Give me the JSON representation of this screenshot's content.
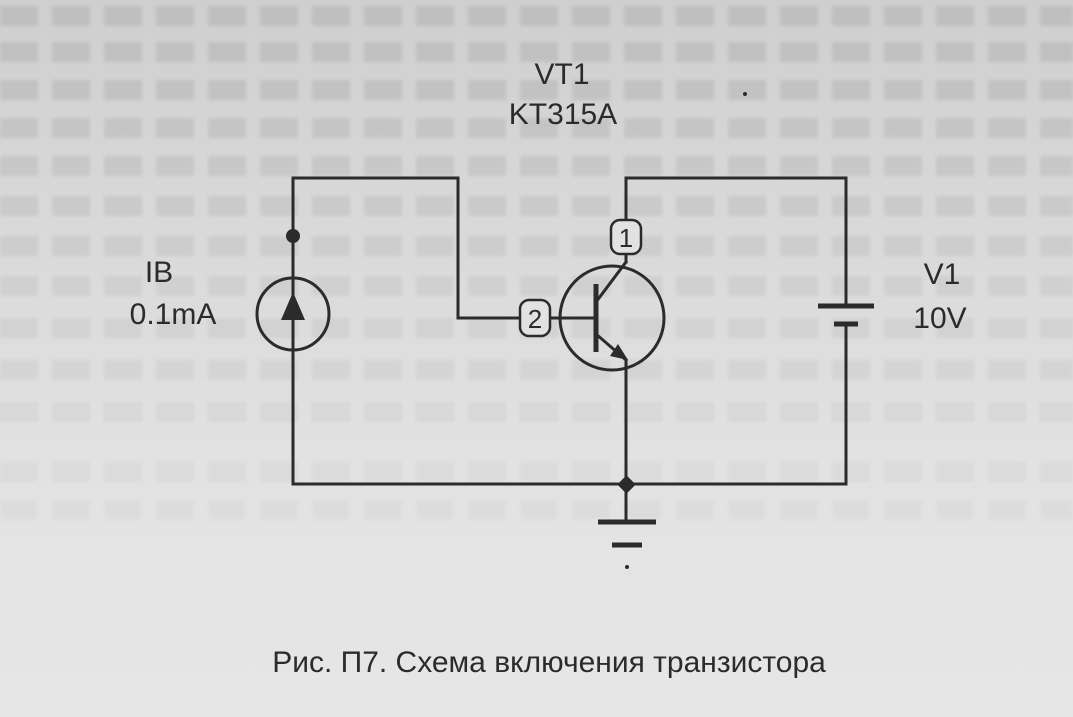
{
  "transistor": {
    "designator": "VT1",
    "part_number": "KT315A",
    "pins": {
      "collector": "1",
      "base": "2"
    }
  },
  "current_source": {
    "name": "IB",
    "value": "0.1mA"
  },
  "voltage_source": {
    "name": "V1",
    "value": "10V"
  },
  "caption": "Рис. П7. Схема включения транзистора",
  "colors": {
    "ink": "#2b2b2b",
    "paper": "#dcdcdc"
  }
}
